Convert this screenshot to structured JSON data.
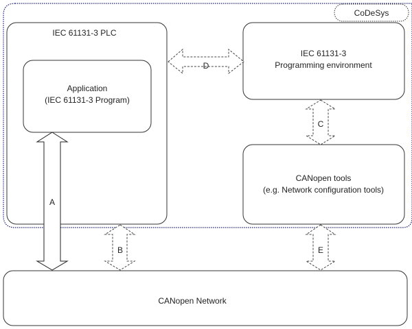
{
  "diagram": {
    "group": {
      "label": "CoDeSys",
      "border_color": "#1a1a7a"
    },
    "boxes": {
      "plc": {
        "label": "IEC 61131-3 PLC"
      },
      "application": {
        "line1": "Application",
        "line2": "(IEC 61131-3 Program)"
      },
      "programming_env": {
        "line1": "IEC 61131-3",
        "line2": "Programming environment"
      },
      "canopen_tools": {
        "line1": "CANopen tools",
        "line2": "(e.g. Network configuration tools)"
      },
      "canopen_network": {
        "label": "CANopen Network"
      }
    },
    "arrows": {
      "a": {
        "label": "A",
        "style": "solid"
      },
      "b": {
        "label": "B",
        "style": "dashed"
      },
      "c": {
        "label": "C",
        "style": "dashed"
      },
      "d": {
        "label": "D",
        "style": "dashed"
      },
      "e": {
        "label": "E",
        "style": "dashed"
      }
    }
  }
}
